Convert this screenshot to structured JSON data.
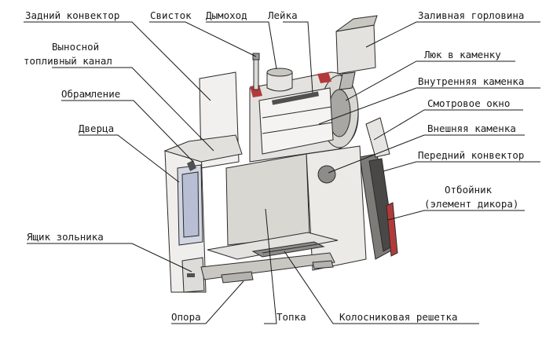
{
  "labels": {
    "rear_convector": "Задний конвектор",
    "whistle": "Свисток",
    "chimney": "Дымоход",
    "watering_can": "Лейка",
    "filler_neck": "Заливная горловина",
    "remote_fuel_channel_1": "Выносной",
    "remote_fuel_channel_2": "топливный канал",
    "stone_hatch": "Люк в каменку",
    "inner_stone": "Внутренняя каменка",
    "framing": "Обрамление",
    "viewing_window": "Смотровое окно",
    "door": "Дверца",
    "outer_stone": "Внешняя каменка",
    "front_convector": "Передний конвектор",
    "deflector_1": "Отбойник",
    "deflector_2": "(элемент дикора)",
    "ash_drawer": "Ящик зольника",
    "support": "Опора",
    "firebox": "Топка",
    "grate": "Колосниковая решетка"
  },
  "colors": {
    "panel_light": "#ecebe8",
    "panel_mid": "#d9d7d2",
    "panel_dark": "#9e9c98",
    "accent_red": "#b33a3a",
    "glass": "#c8cde0",
    "metal_dark": "#505050"
  }
}
